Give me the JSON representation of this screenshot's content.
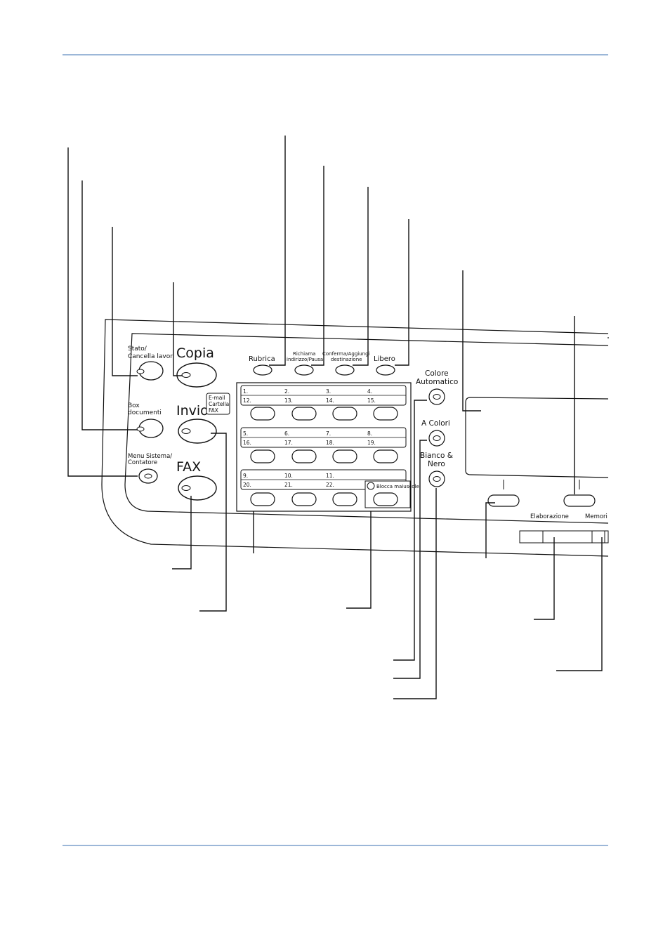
{
  "colors": {
    "rule": "#3a6fb0",
    "ink": "#111111"
  },
  "panel": {
    "stato_line1": "Stato/",
    "stato_line2": "Cancella lavori",
    "box_line1": "Box",
    "box_line2": "documenti",
    "menu_line1": "Menu Sistema/",
    "menu_line2": "Contatore",
    "copia": "Copia",
    "invio": "Invio",
    "invio_box": [
      "E-mail",
      "Cartella",
      "FAX"
    ],
    "fax": "FAX",
    "rubrica": "Rubrica",
    "richiama_line1": "Richiama",
    "richiama_line2": "indirizzo/Pausa",
    "conferma_line1": "Conferma/Aggiungi",
    "conferma_line2": "destinazione",
    "libero": "Libero",
    "colore_line1": "Colore",
    "colore_line2": "Automatico",
    "a_colori": "A Colori",
    "bianco_line1": "Bianco &",
    "bianco_line2": "Nero",
    "blocca": "Blocca maiuscole",
    "elaborazione": "Elaborazione",
    "memoria": "Memori"
  },
  "onetouch": {
    "row1_top": [
      "1.",
      "2.",
      "3.",
      "4."
    ],
    "row1_bot": [
      "12.",
      "13.",
      "14.",
      "15."
    ],
    "row2_top": [
      "5.",
      "6.",
      "7.",
      "8."
    ],
    "row2_bot": [
      "16.",
      "17.",
      "18.",
      "19."
    ],
    "row3_top": [
      "9.",
      "10.",
      "11."
    ],
    "row3_bot": [
      "20.",
      "21.",
      "22."
    ]
  }
}
